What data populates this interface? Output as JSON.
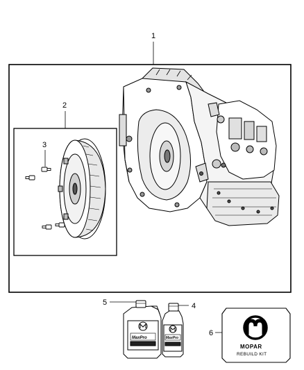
{
  "callouts": {
    "transmission": "1",
    "torque_converter": "2",
    "bolts": "3",
    "fluid_quart": "4",
    "fluid_gallon": "5",
    "rebuild_kit": "6"
  },
  "labels": {
    "jug_brand_large": "MaxPro",
    "jug_brand_small": "MaxPro",
    "kit_brand": "MOPAR",
    "kit_name": "REBUILD KIT"
  },
  "colors": {
    "line": "#000000",
    "background": "#ffffff",
    "shade": "#d9d9d9",
    "dark_shade": "#8c8c8c"
  }
}
